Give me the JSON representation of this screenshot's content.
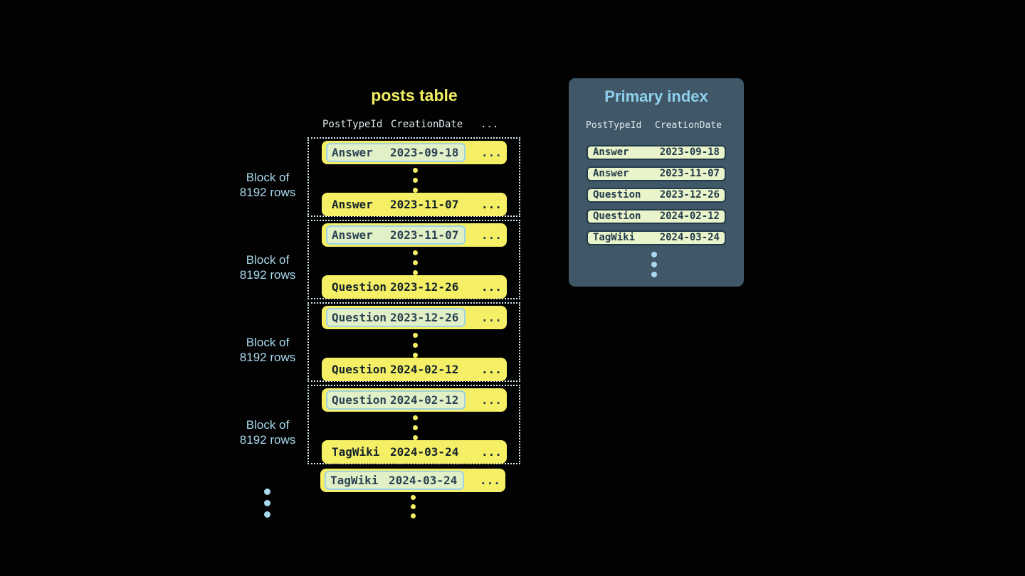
{
  "colors": {
    "background": "#020202",
    "row_yellow": "#f5ef65",
    "row_text": "#14222c",
    "highlight_bg": "#e1f0c7",
    "highlight_border": "#9fd3e7",
    "highlight_text": "#2a4254",
    "light_blue": "#a9d9ee",
    "title_yellow": "#f2ee60",
    "index_title_blue": "#8fd0ec",
    "header_text": "#e0e9ed",
    "block_border": "#d9edf5",
    "panel_bg": "#3f5766",
    "index_row_bg": "#e9f4cb",
    "index_row_border": "#233a4b",
    "index_row_text": "#233a4b"
  },
  "posts_table": {
    "title": "posts table",
    "headers": [
      "PostTypeId",
      "CreationDate",
      "..."
    ],
    "ellipsis": "...",
    "blocks": [
      {
        "label": [
          "Block of",
          "8192 rows"
        ],
        "first_row": {
          "type": "Answer",
          "date": "2023-09-18"
        },
        "last_row": {
          "type": "Answer",
          "date": "2023-11-07"
        }
      },
      {
        "label": [
          "Block of",
          "8192 rows"
        ],
        "first_row": {
          "type": "Answer",
          "date": "2023-11-07"
        },
        "last_row": {
          "type": "Question",
          "date": "2023-12-26"
        }
      },
      {
        "label": [
          "Block of",
          "8192 rows"
        ],
        "first_row": {
          "type": "Question",
          "date": "2023-12-26"
        },
        "last_row": {
          "type": "Question",
          "date": "2024-02-12"
        }
      },
      {
        "label": [
          "Block of",
          "8192 rows"
        ],
        "first_row": {
          "type": "Question",
          "date": "2024-02-12"
        },
        "last_row": {
          "type": "TagWiki",
          "date": "2024-03-24"
        }
      }
    ],
    "overflow_row": {
      "type": "TagWiki",
      "date": "2024-03-24"
    }
  },
  "primary_index": {
    "title": "Primary index",
    "headers": [
      "PostTypeId",
      "CreationDate"
    ],
    "rows": [
      {
        "type": "Answer",
        "date": "2023-09-18"
      },
      {
        "type": "Answer",
        "date": "2023-11-07"
      },
      {
        "type": "Question",
        "date": "2023-12-26"
      },
      {
        "type": "Question",
        "date": "2024-02-12"
      },
      {
        "type": "TagWiki",
        "date": "2024-03-24"
      }
    ]
  }
}
